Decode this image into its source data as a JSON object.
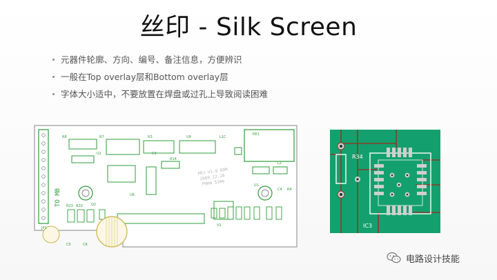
{
  "slide": {
    "title": "丝印 - Silk Screen",
    "bullets": [
      "元器件轮廓、方向、编号、备注信息，方便辨识",
      "一般在Top overlay层和Bottom overlay层",
      "字体大小适中，不要放置在焊盘或过孔上导致阅读困难"
    ]
  },
  "silk_pcb": {
    "labels": {
      "to_mb": "TO MB",
      "re1": "RE1",
      "r8": "R8",
      "r7": "R7",
      "u2": "U2",
      "r3": "R3",
      "u9": "U9",
      "l1c": "L1C",
      "r14": "R14",
      "c3": "C3",
      "u6": "U6",
      "q2": "Q2",
      "r23": "R23",
      "r20": "R20",
      "jp1": "JP1",
      "c5": "C5",
      "c6": "C6",
      "v1": "V1",
      "c4": "C4",
      "r4": "R4",
      "u1": "U1",
      "l2": "L2"
    },
    "colors": {
      "outline": "#8a8a8a",
      "silk": "#2d9b38",
      "pad": "#ffffff"
    }
  },
  "green_pcb": {
    "labels": {
      "r34": "R34",
      "ic3": "IC3"
    },
    "colors": {
      "board": "#14a06e",
      "trace": "#8a3a2a",
      "silk": "#ffffff",
      "pad": "#cfcfcf"
    }
  },
  "watermark": {
    "text": "电路设计技能",
    "icon": "wechat-icon"
  }
}
